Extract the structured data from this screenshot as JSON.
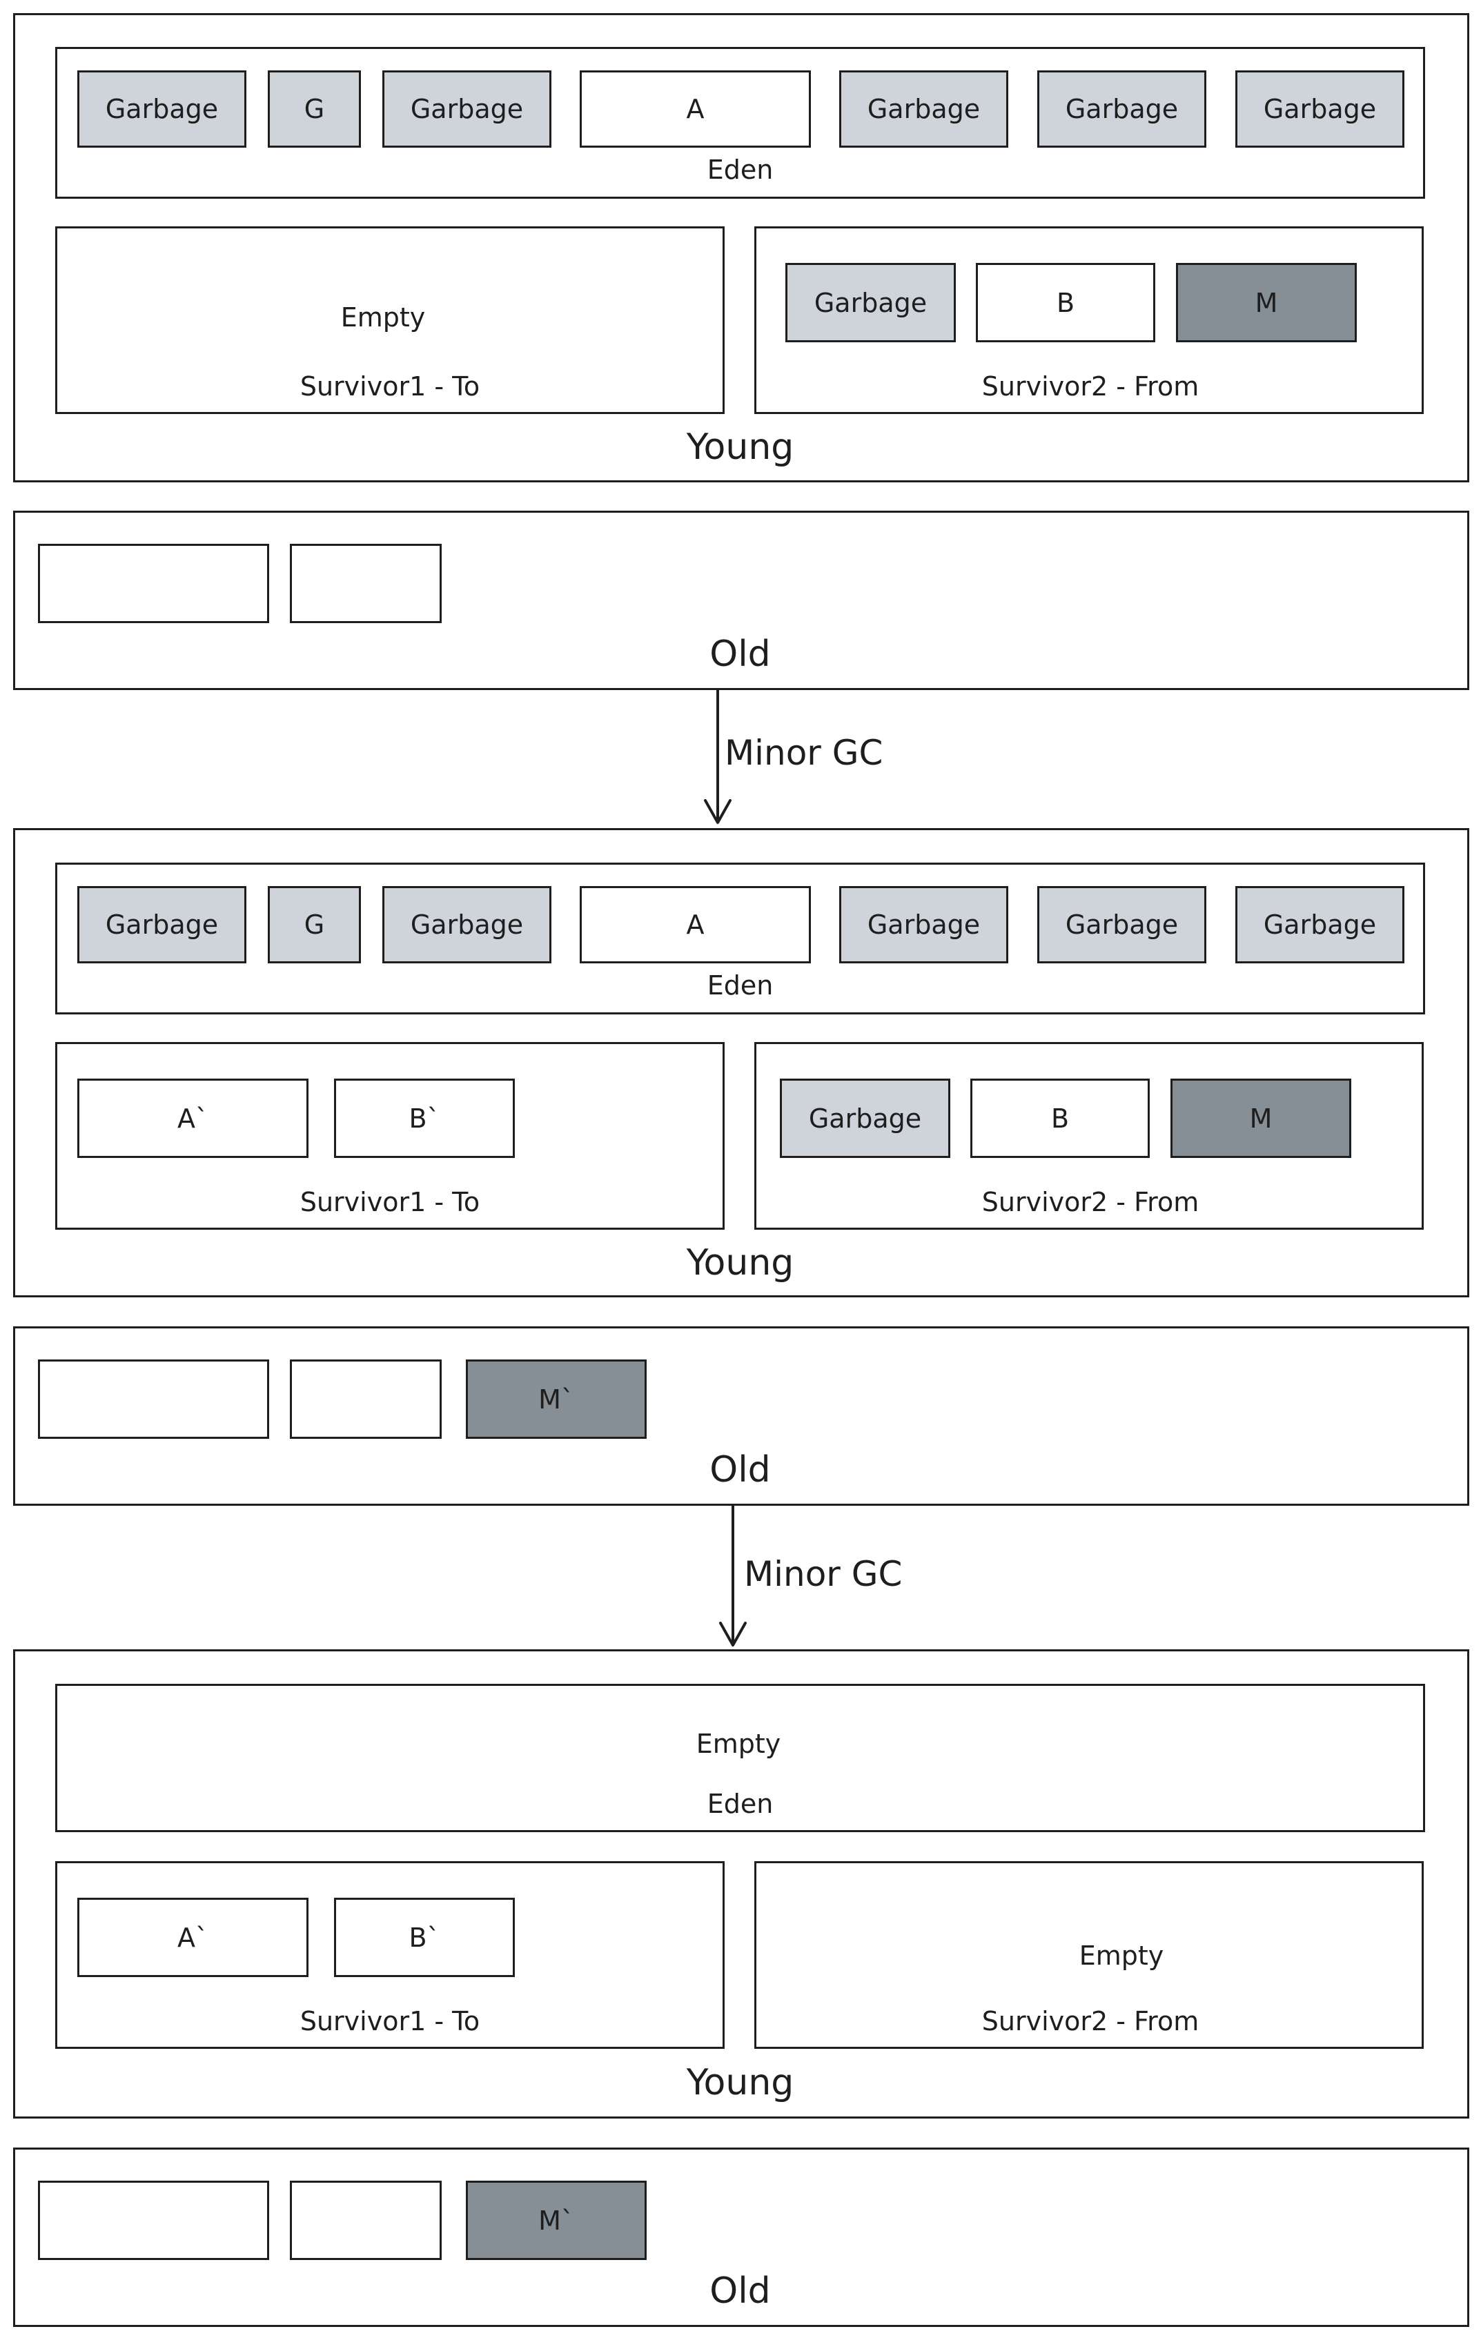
{
  "labels": {
    "eden": "Eden",
    "survivor1": "Survivor1 - To",
    "survivor2": "Survivor2 - From",
    "young": "Young",
    "old": "Old",
    "empty": "Empty",
    "minor_gc": "Minor GC"
  },
  "objects": {
    "garbage": "Garbage",
    "g": "G",
    "a": "A",
    "b": "B",
    "m": "M",
    "a_copy": "A`",
    "b_copy": "B`",
    "m_copy": "M`"
  },
  "colors": {
    "garbage": "#ced4da",
    "live": "#ffffff",
    "tenured": "#868e96",
    "stroke": "#1e1e1e"
  }
}
